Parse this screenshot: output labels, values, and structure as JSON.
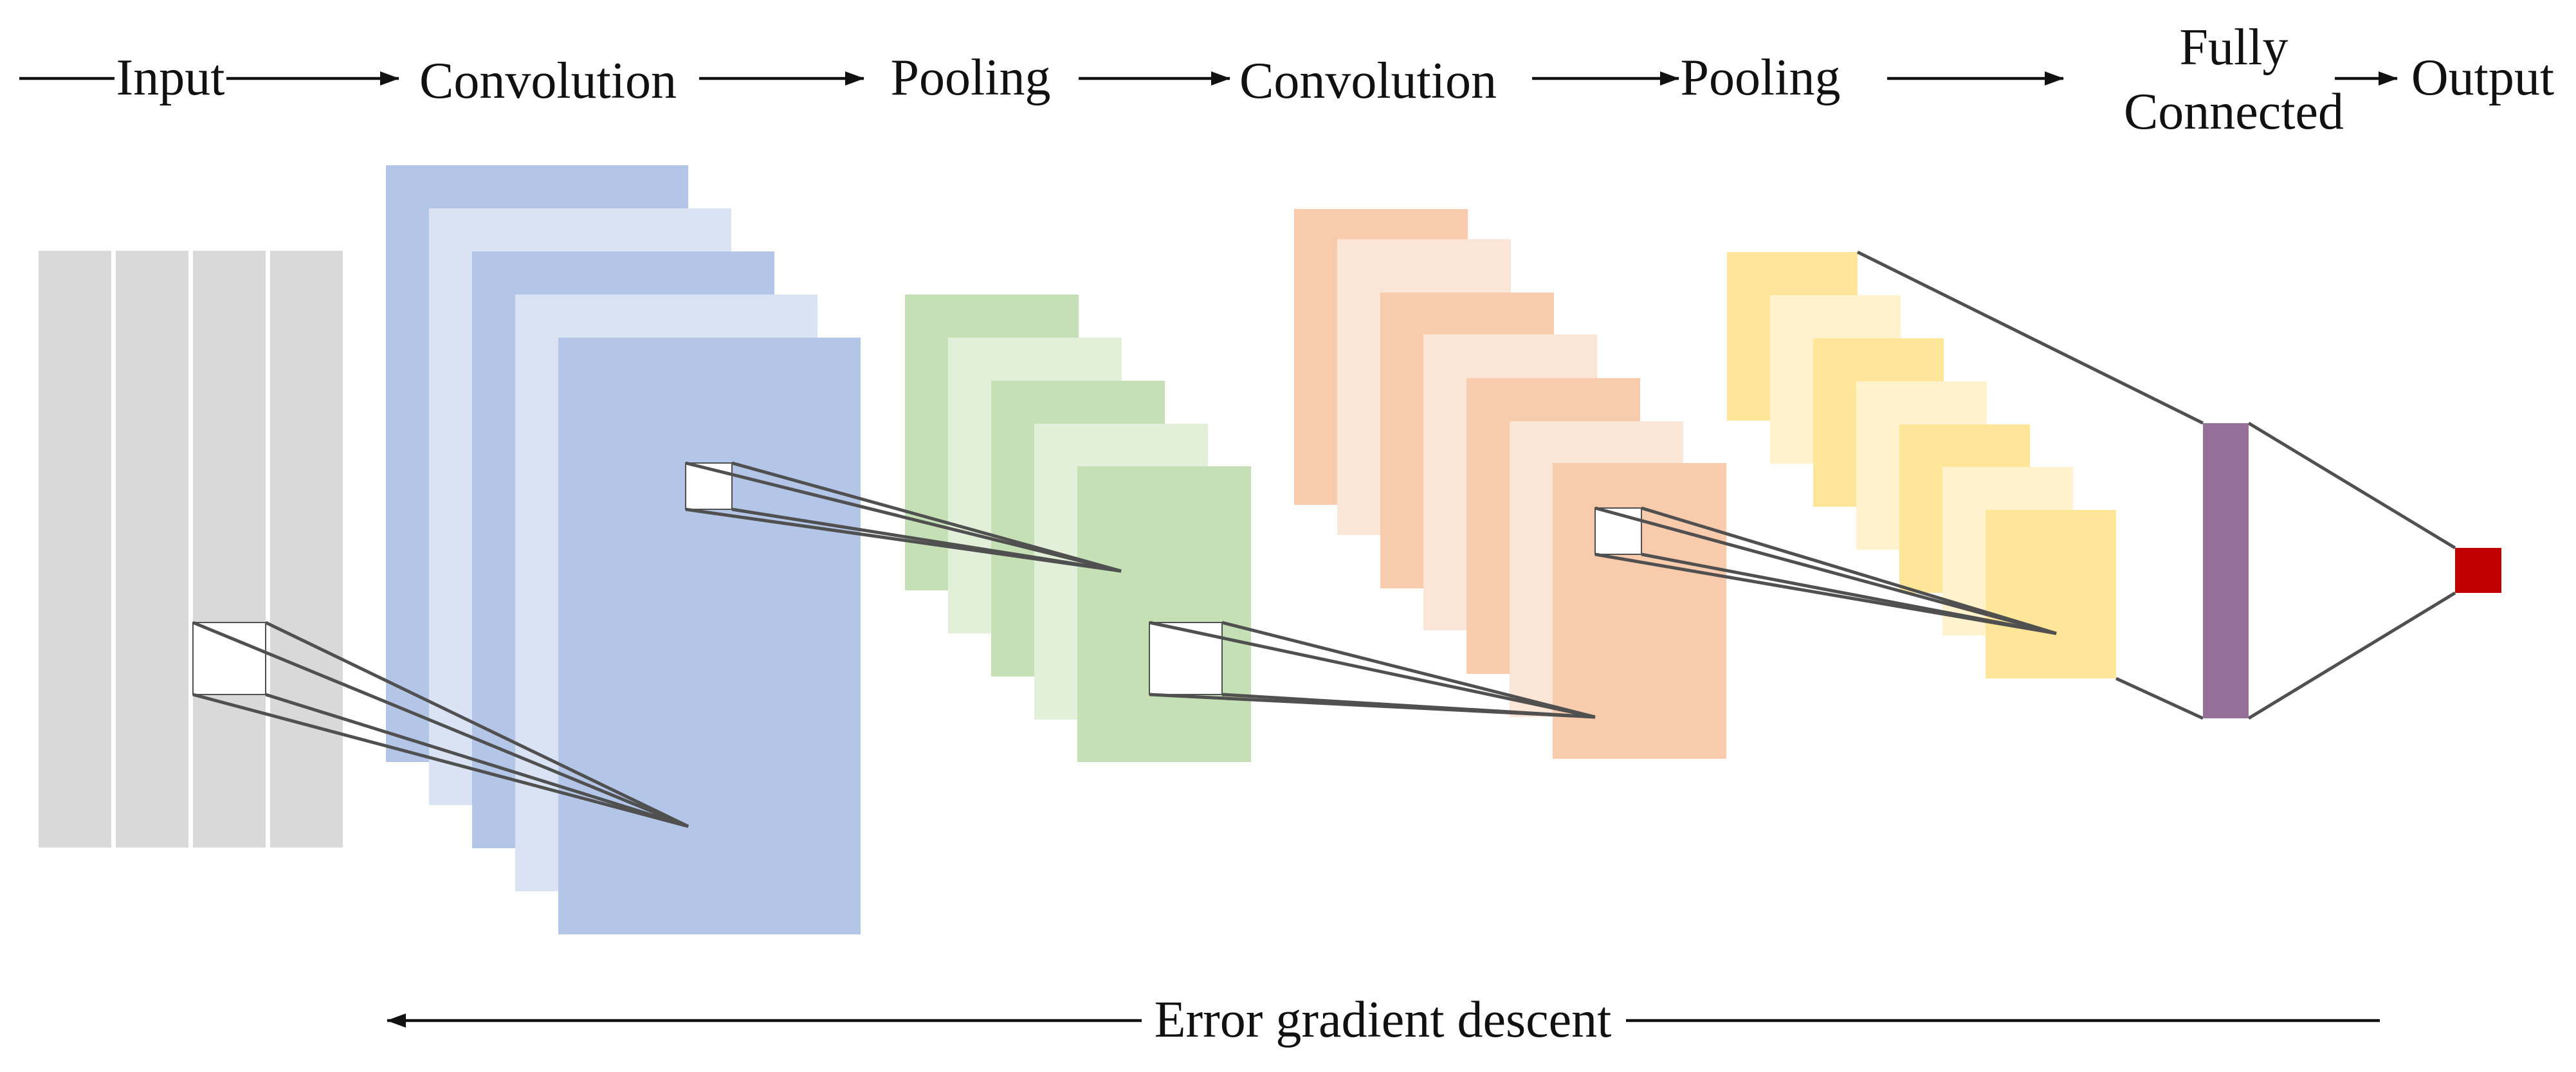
{
  "stages": [
    {
      "id": "input",
      "label": "Input"
    },
    {
      "id": "conv1",
      "label": "Convolution"
    },
    {
      "id": "pool1",
      "label": "Pooling"
    },
    {
      "id": "conv2",
      "label": "Convolution"
    },
    {
      "id": "pool2",
      "label": "Pooling"
    },
    {
      "id": "fc",
      "label_line1": "Fully",
      "label_line2": "Connected"
    },
    {
      "id": "output",
      "label": "Output"
    }
  ],
  "backprop": {
    "label": "Error gradient descent"
  },
  "colors": {
    "input_column": "#d9d9d9",
    "conv1_dark": "#b4c6e7",
    "conv1_light": "#dae3f3",
    "pool1_dark": "#c5e0b4",
    "pool1_light": "#e2f0d9",
    "conv2_dark": "#f8cbad",
    "conv2_light": "#fbe5d6",
    "pool2_dark": "#ffe699",
    "pool2_light": "#fff2cc",
    "fc_bar": "#957099",
    "output_node": "#c00000",
    "lines": "#505050",
    "text": "#111111"
  }
}
